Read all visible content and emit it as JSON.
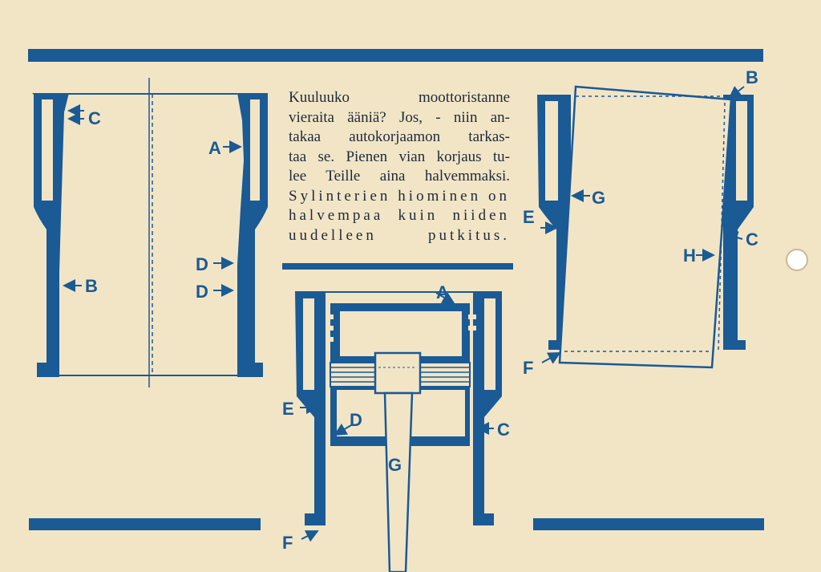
{
  "text": {
    "lines": [
      "Kuuluuko moottoristanne",
      "vieraita ääniä? Jos, - niin an-",
      "takaa autokorjaamon tarkas-",
      "taa se. Pienen vian korjaus tu-",
      "lee Teille aina halvemmaksi.",
      "Sylinterien hiominen on",
      "halvempaa kuin niiden",
      "uudelleen putkitus."
    ]
  },
  "colors": {
    "ink": "#1a5a95",
    "paper": "#f2e5c6",
    "text": "#1c2a3c"
  },
  "labels": {
    "left": {
      "c": "C",
      "a": "A",
      "d1": "D",
      "d2": "D",
      "b": "B"
    },
    "center": {
      "a": "A",
      "e": "E",
      "d": "D",
      "c": "C",
      "g": "G",
      "f": "F"
    },
    "right": {
      "b": "B",
      "g": "G",
      "e": "E",
      "c": "C",
      "h": "H",
      "f": "F"
    }
  }
}
